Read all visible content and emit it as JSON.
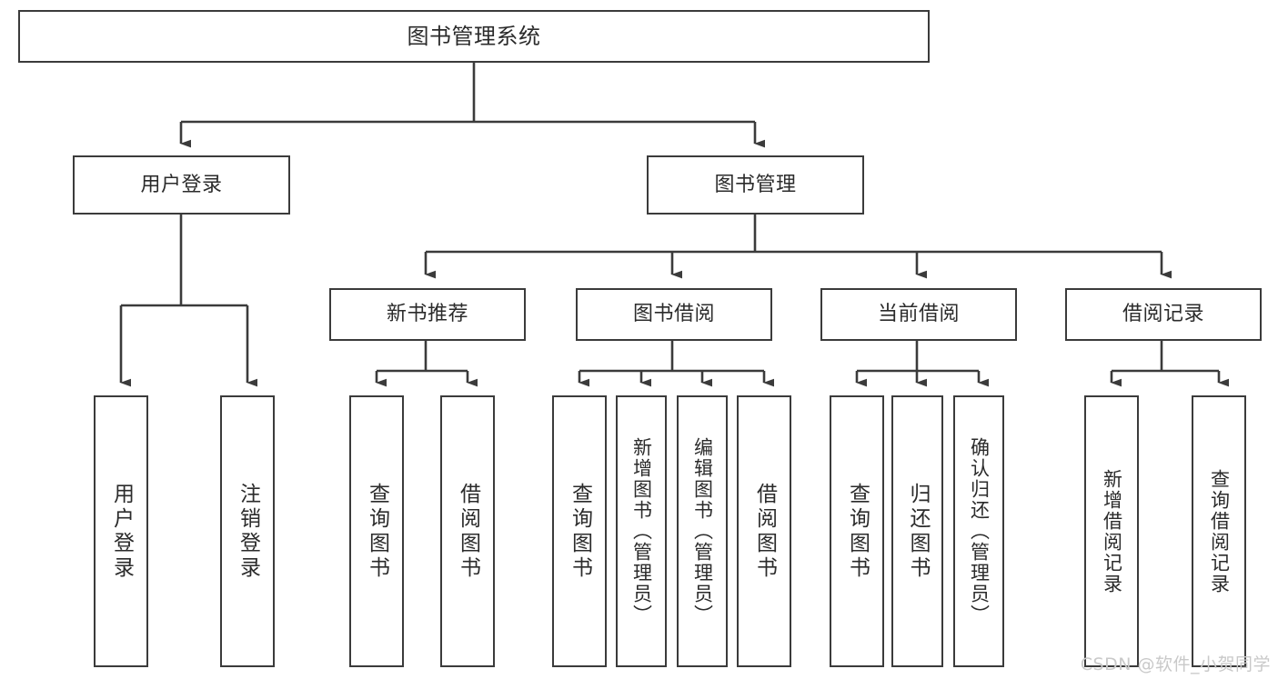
{
  "diagram": {
    "type": "hierarchy-tree",
    "title_node": {
      "label": "图书管理系统"
    },
    "level2": [
      {
        "label": "用户登录"
      },
      {
        "label": "图书管理"
      }
    ],
    "level3": [
      {
        "label": "新书推荐",
        "parent": "图书管理"
      },
      {
        "label": "图书借阅",
        "parent": "图书管理"
      },
      {
        "label": "当前借阅",
        "parent": "图书管理"
      },
      {
        "label": "借阅记录",
        "parent": "图书管理"
      }
    ],
    "leaves": [
      {
        "label": "用户登录",
        "parent": "用户登录"
      },
      {
        "label": "注销登录",
        "parent": "用户登录"
      },
      {
        "label": "查询图书",
        "parent": "新书推荐"
      },
      {
        "label": "借阅图书",
        "parent": "新书推荐"
      },
      {
        "label": "查询图书",
        "parent": "图书借阅"
      },
      {
        "label": "新增图书（管理员）",
        "parent": "图书借阅"
      },
      {
        "label": "编辑图书（管理员）",
        "parent": "图书借阅"
      },
      {
        "label": "借阅图书",
        "parent": "图书借阅"
      },
      {
        "label": "查询图书",
        "parent": "当前借阅"
      },
      {
        "label": "归还图书",
        "parent": "当前借阅"
      },
      {
        "label": "确认归还（管理员）",
        "parent": "当前借阅"
      },
      {
        "label": "新增借阅记录",
        "parent": "借阅记录"
      },
      {
        "label": "查询借阅记录",
        "parent": "借阅记录"
      }
    ],
    "watermark": "CSDN @软件_小贺同学",
    "colors": {
      "stroke": "#3b3b3b",
      "text": "#2b2b2b",
      "background": "#ffffff",
      "watermark": "#c9c9c9"
    }
  }
}
